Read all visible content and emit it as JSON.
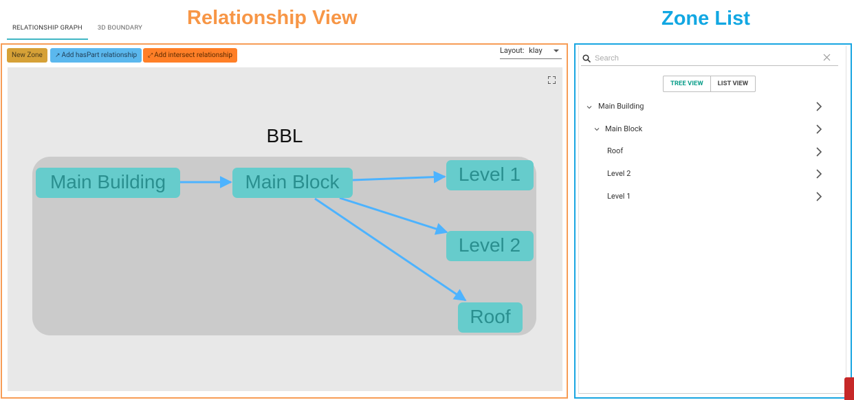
{
  "annotations": {
    "relationship_view": "Relationship View",
    "zone_list": "Zone List"
  },
  "tabs": [
    {
      "label": "RELATIONSHIP GRAPH",
      "active": true
    },
    {
      "label": "3D BOUNDARY",
      "active": false
    }
  ],
  "toolbar": {
    "new_zone": "New Zone",
    "add_haspart": "Add hasPart relationship",
    "add_intersect": "Add intersect relationship",
    "layout_label": "Layout:",
    "layout_value": "klay"
  },
  "graph": {
    "group_label": "BBL",
    "nodes": {
      "main_building": "Main Building",
      "main_block": "Main Block",
      "level1": "Level 1",
      "level2": "Level 2",
      "roof": "Roof"
    },
    "edges": [
      {
        "from": "Main Building",
        "to": "Main Block"
      },
      {
        "from": "Main Block",
        "to": "Level 1"
      },
      {
        "from": "Main Block",
        "to": "Level 2"
      },
      {
        "from": "Main Block",
        "to": "Roof"
      }
    ],
    "colors": {
      "canvas": "#e8e8e8",
      "group": "#cbcbcb",
      "node": "#66cccc",
      "node_text": "#2a8f8f",
      "edge": "#4db3ff"
    }
  },
  "zone_list": {
    "search_placeholder": "Search",
    "tree_view": "TREE VIEW",
    "list_view": "LIST VIEW",
    "items": [
      {
        "label": "Main Building",
        "expanded": true
      },
      {
        "label": "Main Block",
        "expanded": true
      },
      {
        "label": "Roof"
      },
      {
        "label": "Level 2"
      },
      {
        "label": "Level 1"
      }
    ]
  },
  "colors": {
    "left_annotation": "#f79646",
    "right_annotation": "#12a7e2",
    "accent": "#0b9e8a"
  }
}
